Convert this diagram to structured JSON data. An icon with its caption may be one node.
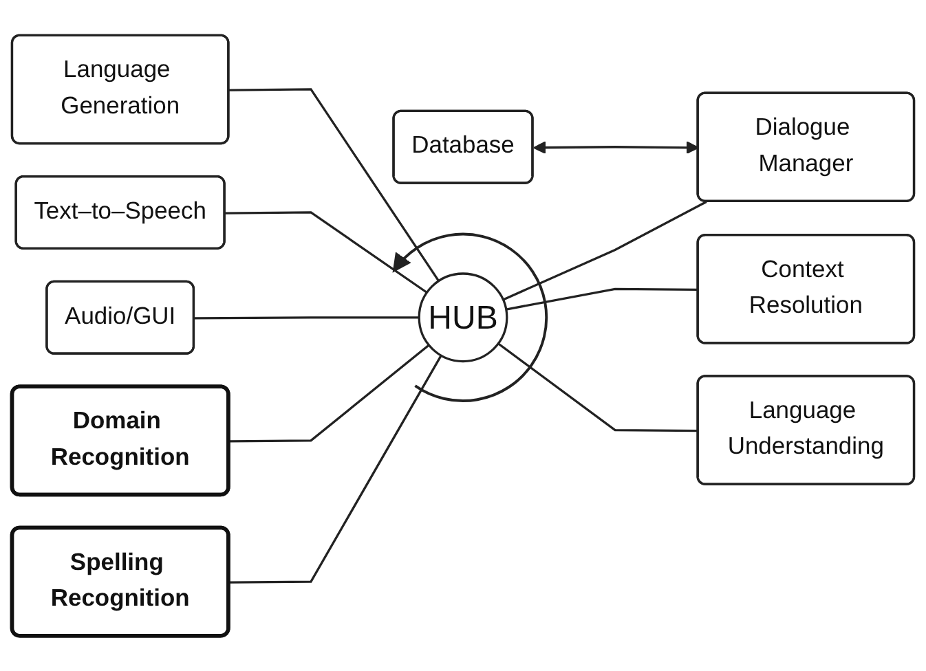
{
  "diagram": {
    "nodes": [
      {
        "text": [
          "Language Generation"
        ]
      },
      {
        "text": [
          "Text–to–Speech"
        ]
      },
      {
        "text": [
          "Database"
        ]
      },
      {
        "text": [
          "Audio/GUI"
        ]
      },
      {
        "text": [
          "HUB"
        ]
      },
      {
        "text": [
          "Dialogue Manager"
        ]
      },
      {
        "text": [
          "Domain Recognition"
        ]
      },
      {
        "text": [
          "Context Resolution"
        ]
      },
      {
        "text": [
          "Spelling Recognition"
        ]
      },
      {
        "text": [
          "Language Understanding"
        ]
      }
    ],
    "edges": [
      {
        "from": 0,
        "to": 4,
        "arrow": "none"
      },
      {
        "from": 1,
        "to": 4,
        "arrow": "none"
      },
      {
        "from": 3,
        "to": 4,
        "arrow": "none"
      },
      {
        "from": 6,
        "to": 4,
        "arrow": "none"
      },
      {
        "from": 8,
        "to": 4,
        "arrow": "none"
      },
      {
        "from": 4,
        "to": 5,
        "arrow": "none"
      },
      {
        "from": 4,
        "to": 7,
        "arrow": "none"
      },
      {
        "from": 4,
        "to": 9,
        "arrow": "none"
      },
      {
        "from": 2,
        "to": 5,
        "arrow": "both"
      }
    ]
  }
}
